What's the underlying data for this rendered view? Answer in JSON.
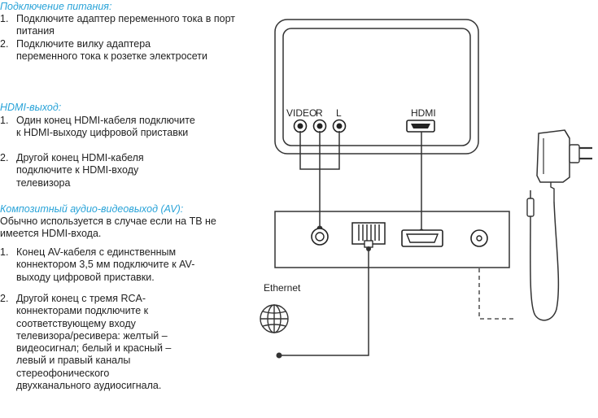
{
  "sections": {
    "power": {
      "heading": "Подключение питания:",
      "items": [
        {
          "num": "1.",
          "text": "Подключите адаптер переменного тока в порт питания"
        },
        {
          "num": "2.",
          "text": "Подключите вилку адаптера переменного тока к розетке электросети"
        }
      ]
    },
    "hdmi": {
      "heading": "HDMI-выход:",
      "items": [
        {
          "num": "1.",
          "text": "Один конец HDMI-кабеля подключите к HDMI-выходу цифровой приставки"
        },
        {
          "num": "2.",
          "text": "Другой конец HDMI-кабеля подключите к HDMI-входу телевизора"
        }
      ]
    },
    "av": {
      "heading": "Композитный аудио-видеовыход (AV):",
      "intro": "Обычно используется в случае если на ТВ не имеется HDMI-входа.",
      "items": [
        {
          "num": "1.",
          "text": "Конец AV-кабеля с единственным коннектором 3,5 мм подключите к AV-выходу цифровой приставки."
        },
        {
          "num": "2.",
          "text": "Другой конец с тремя RCA-коннекторами подключите к соответствующему входу телевизора/ресивера: желтый – видеосигнал; белый и красный – левый и правый каналы стереофонического двухканального аудиосигнала."
        }
      ]
    }
  },
  "diagram": {
    "tv_labels": {
      "video": "VIDEO",
      "r": "R",
      "l": "L",
      "hdmi": "HDMI"
    },
    "ethernet_label": "Ethernet"
  }
}
